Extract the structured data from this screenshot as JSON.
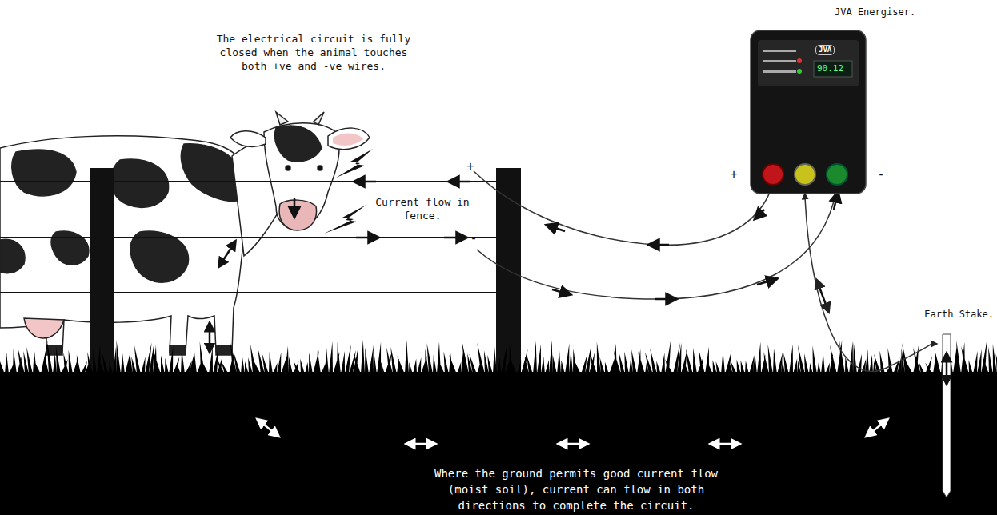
{
  "diagram": {
    "nodes": [
      {
        "text": [
          "JVA Energiser.",
          "JVA",
          "90.12"
        ]
      },
      {
        "text": [
          "Earth Stake."
        ]
      }
    ],
    "edges": [
      {
        "from": 0,
        "to": 1,
        "arrow": "both"
      }
    ],
    "labels": [
      "The electrical circuit is fully closed when the animal touches both +ve and -ve wires.",
      "Current flow in fence.",
      "+",
      "-",
      "+",
      "-",
      "Where the ground permits good current flow (moist soil), current can flow in both directions to complete the circuit."
    ]
  }
}
